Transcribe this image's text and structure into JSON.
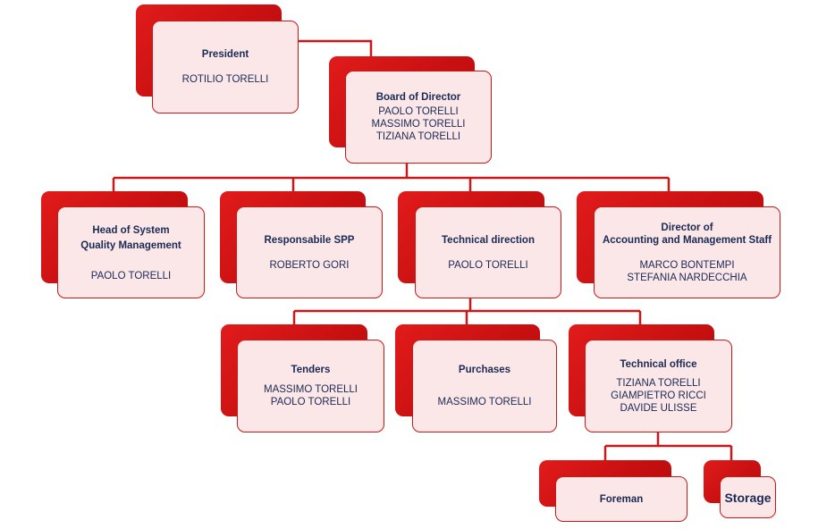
{
  "nodes": {
    "president": {
      "title": "President",
      "people": [
        "ROTILIO TORELLI"
      ]
    },
    "board": {
      "title": "Board of Director",
      "people": [
        "PAOLO TORELLI",
        "MASSIMO TORELLI",
        "TIZIANA TORELLI"
      ]
    },
    "quality": {
      "title": "Head of System\nQuality Management",
      "people": [
        "PAOLO TORELLI"
      ]
    },
    "spp": {
      "title": "Responsabile SPP",
      "people": [
        "ROBERTO GORI"
      ]
    },
    "technical_direction": {
      "title": "Technical direction",
      "people": [
        "PAOLO TORELLI"
      ]
    },
    "accounting": {
      "title": "Director of\nAccounting and Management Staff",
      "people": [
        "MARCO BONTEMPI",
        "STEFANIA NARDECCHIA"
      ]
    },
    "tenders": {
      "title": "Tenders",
      "people": [
        "MASSIMO TORELLI",
        "PAOLO TORELLI"
      ]
    },
    "purchases": {
      "title": "Purchases",
      "people": [
        "MASSIMO TORELLI"
      ]
    },
    "technical_office": {
      "title": "Technical office",
      "people": [
        "TIZIANA TORELLI",
        "GIAMPIETRO RICCI",
        "DAVIDE ULISSE"
      ]
    },
    "foreman": {
      "title": "Foreman",
      "people": []
    },
    "storage": {
      "title": "Storage",
      "people": []
    }
  },
  "colors": {
    "accent_red": "#c81818",
    "card_fill": "#fbe7e7",
    "text_navy": "#1b2a55"
  }
}
